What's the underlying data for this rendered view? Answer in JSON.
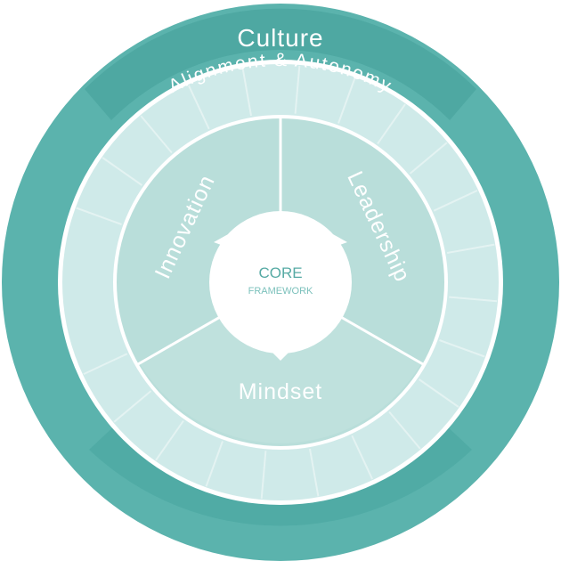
{
  "diagram": {
    "outer_ring": {
      "label": "Culture"
    },
    "middle_ring": {
      "label": "Alignment & Autonomy"
    },
    "segments": [
      {
        "label": "Innovation"
      },
      {
        "label": "Leadership"
      },
      {
        "label": "Mindset"
      }
    ],
    "core": {
      "title": "CORE",
      "subtitle": "FRAMEWORK"
    }
  },
  "colors": {
    "outer_ring": "#5bb3ad",
    "outer_ring_dark": "#4ba29c",
    "middle_ring": "#cfeae9",
    "inner_segment": "#b9deda",
    "core_fill": "#ffffff",
    "core_text": "#56aaa4"
  }
}
